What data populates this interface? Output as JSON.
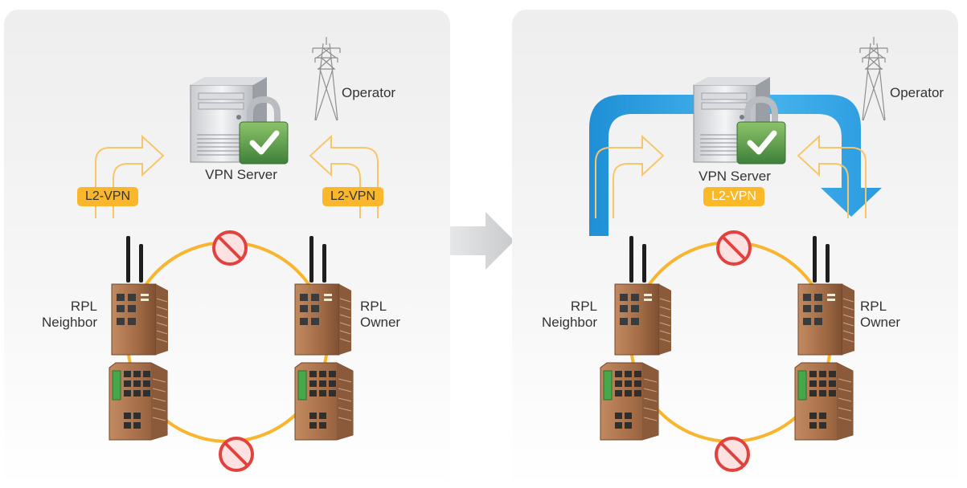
{
  "left_panel": {
    "vpn_server_label": "VPN Server",
    "operator_label": "Operator",
    "badge_left": "L2-VPN",
    "badge_right": "L2-VPN",
    "rpl_neighbor": [
      "RPL",
      "Neighbor"
    ],
    "rpl_owner": [
      "RPL",
      "Owner"
    ]
  },
  "right_panel": {
    "vpn_server_label": "VPN Server",
    "operator_label": "Operator",
    "badge_center": "L2-VPN",
    "rpl_neighbor": [
      "RPL",
      "Neighbor"
    ],
    "rpl_owner": [
      "RPL",
      "Owner"
    ]
  },
  "icons": {
    "server": "server-icon",
    "lock": "padlock-icon",
    "tower": "power-tower-icon",
    "blocked": "blocked-link-icon",
    "switch": "industrial-switch-icon",
    "router": "cellular-router-icon"
  },
  "colors": {
    "ring": "#f8b52f",
    "badge": "#fbb72c",
    "vpn_tunnel": "#2ea6e6",
    "blocked": "#e2423d",
    "device": "#a06a45",
    "lock": "#5aa454"
  }
}
